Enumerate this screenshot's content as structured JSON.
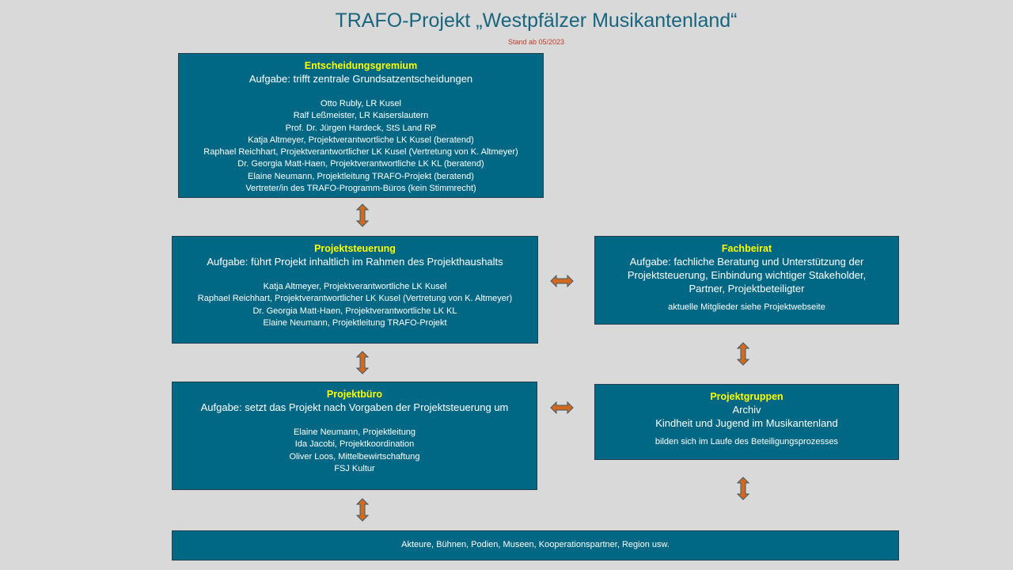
{
  "title": "TRAFO-Projekt „Westpfälzer Musikantenland“",
  "subtitle": "Stand ab 05/2023",
  "boxes": {
    "entscheidung": {
      "heading": "Entscheidungsgremium",
      "task": "Aufgabe: trifft zentrale Grundsatzentscheidungen",
      "members": [
        "Otto Rubly, LR Kusel",
        "Ralf Leßmeister, LR Kaiserslautern",
        "Prof. Dr. Jürgen Hardeck, StS Land RP",
        "Katja Altmeyer, Projektverantwortliche LK Kusel (beratend)",
        "Raphael Reichhart, Projektverantwortlicher LK Kusel (Vertretung von K. Altmeyer)",
        "Dr. Georgia Matt-Haen, Projektverantwortliche LK KL (beratend)",
        "Elaine Neumann, Projektleitung TRAFO-Projekt (beratend)",
        "Vertreter/in des TRAFO-Programm-Büros (kein Stimmrecht)"
      ]
    },
    "steuerung": {
      "heading": "Projektsteuerung",
      "task": "Aufgabe: führt Projekt inhaltlich im Rahmen des Projekthaushalts",
      "members": [
        "Katja Altmeyer, Projektverantwortliche LK Kusel",
        "Raphael Reichhart, Projektverantwortlicher LK Kusel (Vertretung von K. Altmeyer)",
        "Dr. Georgia Matt-Haen, Projektverantwortliche LK KL",
        "Elaine Neumann, Projektleitung TRAFO-Projekt"
      ]
    },
    "fachbeirat": {
      "heading": "Fachbeirat",
      "task": "Aufgabe: fachliche Beratung und Unterstützung der Projektsteuerung, Einbindung wichtiger Stakeholder, Partner, Projektbeteiligter",
      "note": "aktuelle Mitglieder siehe Projektwebseite"
    },
    "buero": {
      "heading": "Projektbüro",
      "task": "Aufgabe: setzt das Projekt nach Vorgaben der Projektsteuerung um",
      "members": [
        "Elaine Neumann, Projektleitung",
        "Ida Jacobi, Projektkoordination",
        "Oliver Loos, Mittelbewirtschaftung",
        "FSJ Kultur"
      ]
    },
    "gruppen": {
      "heading": "Projektgruppen",
      "groups": [
        "Archiv",
        "Kindheit und Jugend im Musikantenland"
      ],
      "note": "bilden sich im Laufe des Beteiligungsprozesses"
    },
    "akteure": {
      "text": "Akteure, Bühnen, Podien, Museen, Kooperationspartner, Region usw."
    }
  },
  "colors": {
    "box": "#006885",
    "heading": "#ffff00",
    "arrow": "#d2691e",
    "title": "#17657f"
  }
}
